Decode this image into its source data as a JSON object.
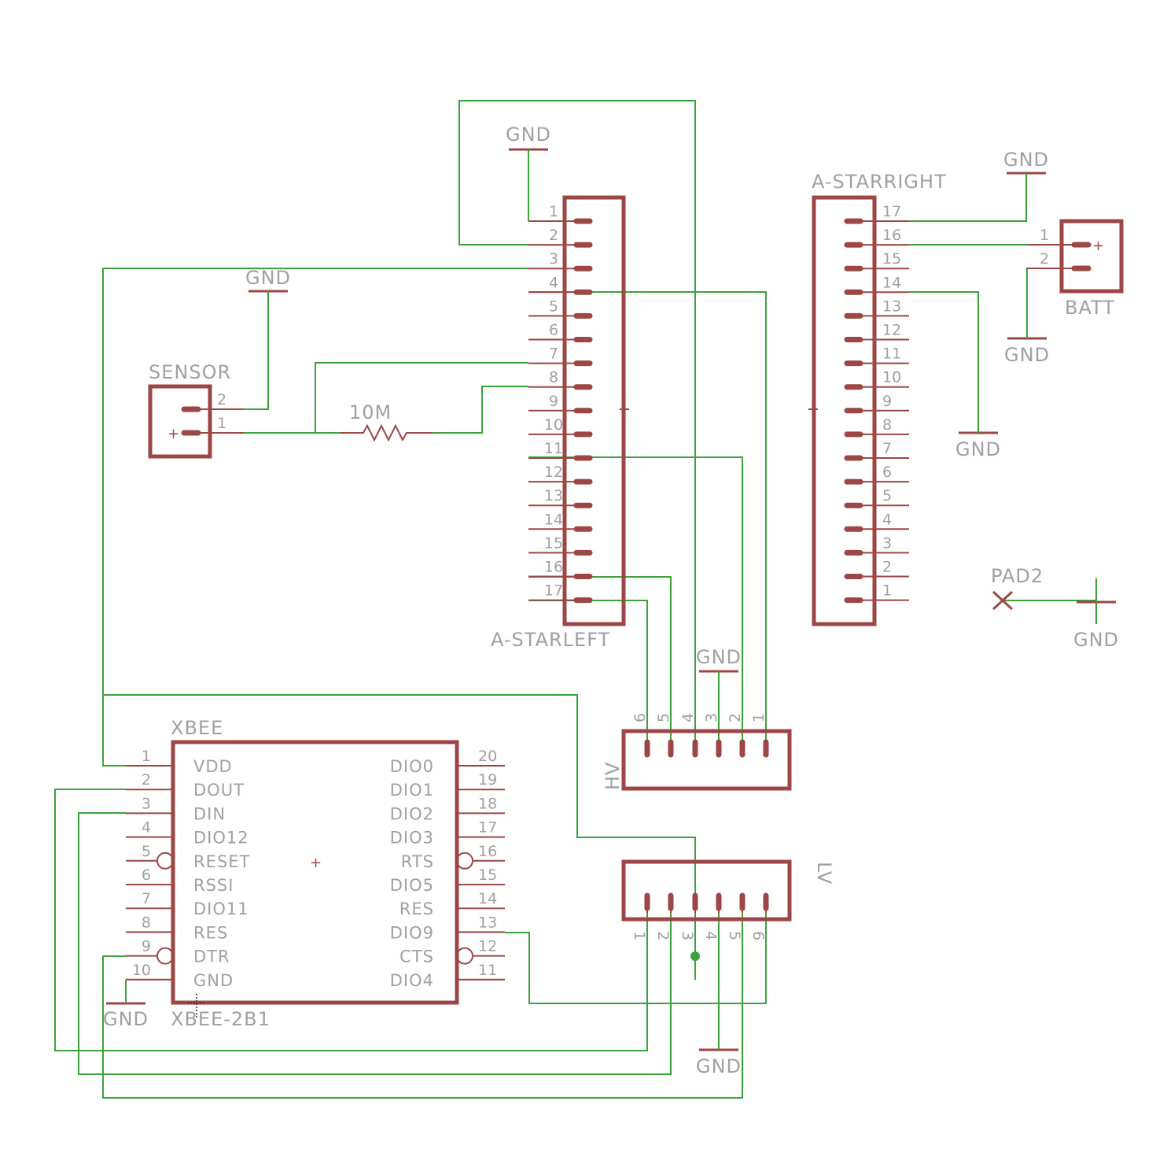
{
  "colors": {
    "wire": "#3aa33a",
    "part": "#9c4646",
    "text": "#a0a0a0",
    "background": "#ffffff"
  },
  "labels": {
    "gnd": "GND",
    "astarleft": "A-STARLEFT",
    "astarright": "A-STARRIGHT",
    "sensor": "SENSOR",
    "resistor": "10M",
    "batt": "BATT",
    "pad2": "PAD2",
    "xbee": "XBEE",
    "xbee_value": "XBEE-2B1",
    "hv": "HV",
    "lv": "LV",
    "plus": "+"
  },
  "connector_pins": [
    "1",
    "2",
    "3",
    "4",
    "5",
    "6",
    "7",
    "8",
    "9",
    "10",
    "11",
    "12",
    "13",
    "14",
    "15",
    "16",
    "17"
  ],
  "two_pins": [
    "1",
    "2"
  ],
  "header_pins": [
    "1",
    "2",
    "3",
    "4",
    "5",
    "6"
  ],
  "xbee": {
    "left_nums": [
      "1",
      "2",
      "3",
      "4",
      "5",
      "6",
      "7",
      "8",
      "9",
      "10"
    ],
    "left_names": [
      "VDD",
      "DOUT",
      "DIN",
      "DIO12",
      "RESET",
      "RSSI",
      "DIO11",
      "RES",
      "DTR",
      "GND"
    ],
    "right_nums": [
      "20",
      "19",
      "18",
      "17",
      "16",
      "15",
      "14",
      "13",
      "12",
      "11"
    ],
    "right_names": [
      "DIO0",
      "DIO1",
      "DIO2",
      "DIO3",
      "RTS",
      "DIO5",
      "RES",
      "DIO9",
      "CTS",
      "DIO4"
    ]
  }
}
